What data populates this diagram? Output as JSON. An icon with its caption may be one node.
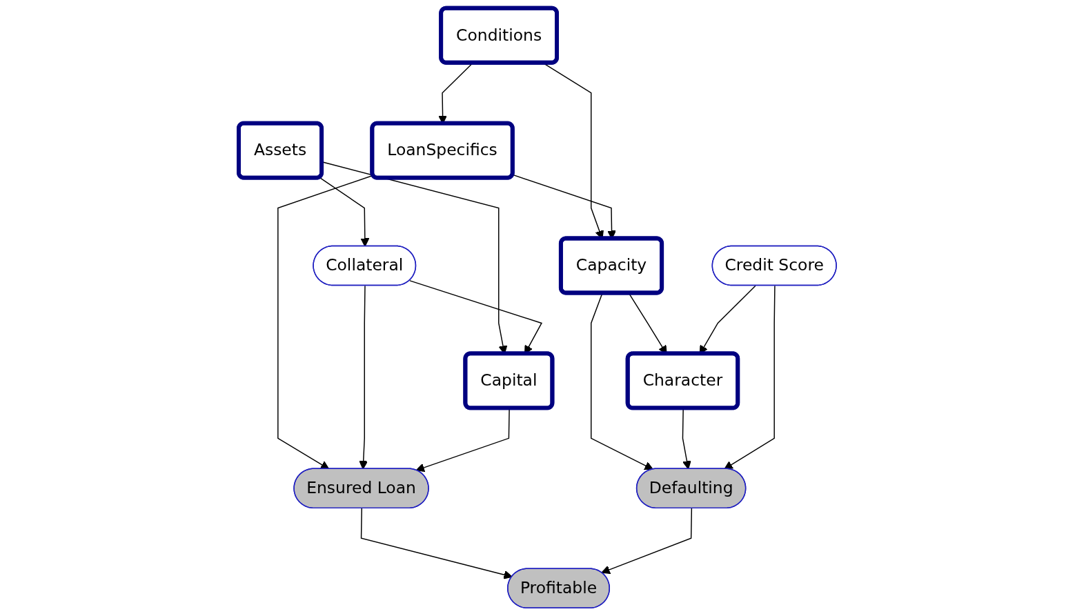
{
  "diagram": {
    "nodes": [
      {
        "text": [
          "Conditions"
        ]
      },
      {
        "text": [
          "Assets"
        ]
      },
      {
        "text": [
          "LoanSpecifics"
        ]
      },
      {
        "text": [
          "Collateral"
        ]
      },
      {
        "text": [
          "Capacity"
        ]
      },
      {
        "text": [
          "Capital"
        ]
      },
      {
        "text": [
          "Character"
        ]
      },
      {
        "text": [
          "Credit Score"
        ]
      },
      {
        "text": [
          "Ensured Loan"
        ]
      },
      {
        "text": [
          "Defaulting"
        ]
      },
      {
        "text": [
          "Profitable"
        ]
      }
    ],
    "edges": [
      {
        "from": 0,
        "to": 2,
        "arrow": "to"
      },
      {
        "from": 0,
        "to": 4,
        "arrow": "to"
      },
      {
        "from": 2,
        "to": 4,
        "arrow": "to"
      },
      {
        "from": 2,
        "to": 8,
        "arrow": "to"
      },
      {
        "from": 1,
        "to": 5,
        "arrow": "to"
      },
      {
        "from": 1,
        "to": 3,
        "arrow": "to"
      },
      {
        "from": 3,
        "to": 5,
        "arrow": "to"
      },
      {
        "from": 3,
        "to": 8,
        "arrow": "to"
      },
      {
        "from": 4,
        "to": 6,
        "arrow": "to"
      },
      {
        "from": 4,
        "to": 9,
        "arrow": "to"
      },
      {
        "from": 5,
        "to": 8,
        "arrow": "to"
      },
      {
        "from": 6,
        "to": 9,
        "arrow": "to"
      },
      {
        "from": 7,
        "to": 6,
        "arrow": "to"
      },
      {
        "from": 7,
        "to": 9,
        "arrow": "to"
      },
      {
        "from": 8,
        "to": 10,
        "arrow": "to"
      },
      {
        "from": 9,
        "to": 10,
        "arrow": "to"
      }
    ]
  }
}
